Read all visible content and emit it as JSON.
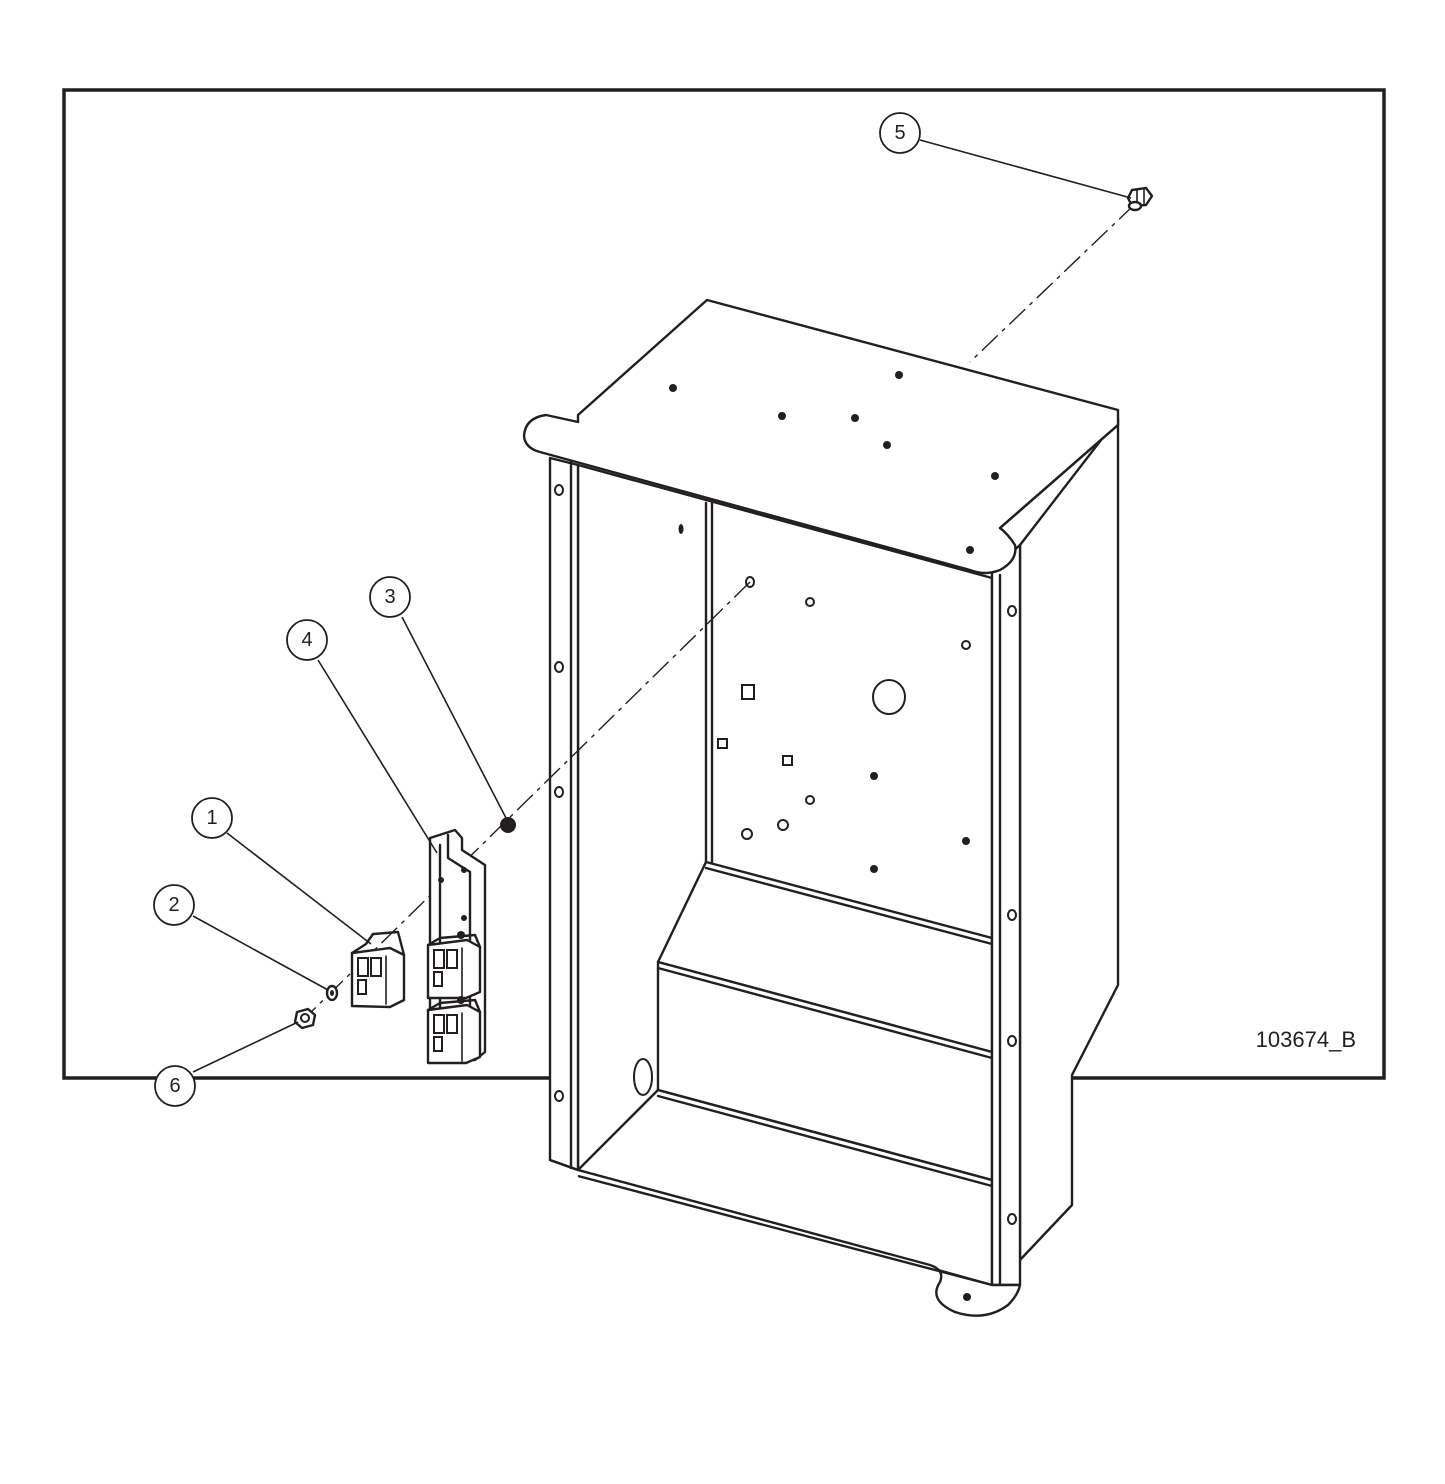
{
  "drawing_number": "103674_B",
  "callouts": [
    {
      "id": "callout-1",
      "label": "1"
    },
    {
      "id": "callout-2",
      "label": "2"
    },
    {
      "id": "callout-3",
      "label": "3"
    },
    {
      "id": "callout-4",
      "label": "4"
    },
    {
      "id": "callout-5",
      "label": "5"
    },
    {
      "id": "callout-6",
      "label": "6"
    }
  ]
}
